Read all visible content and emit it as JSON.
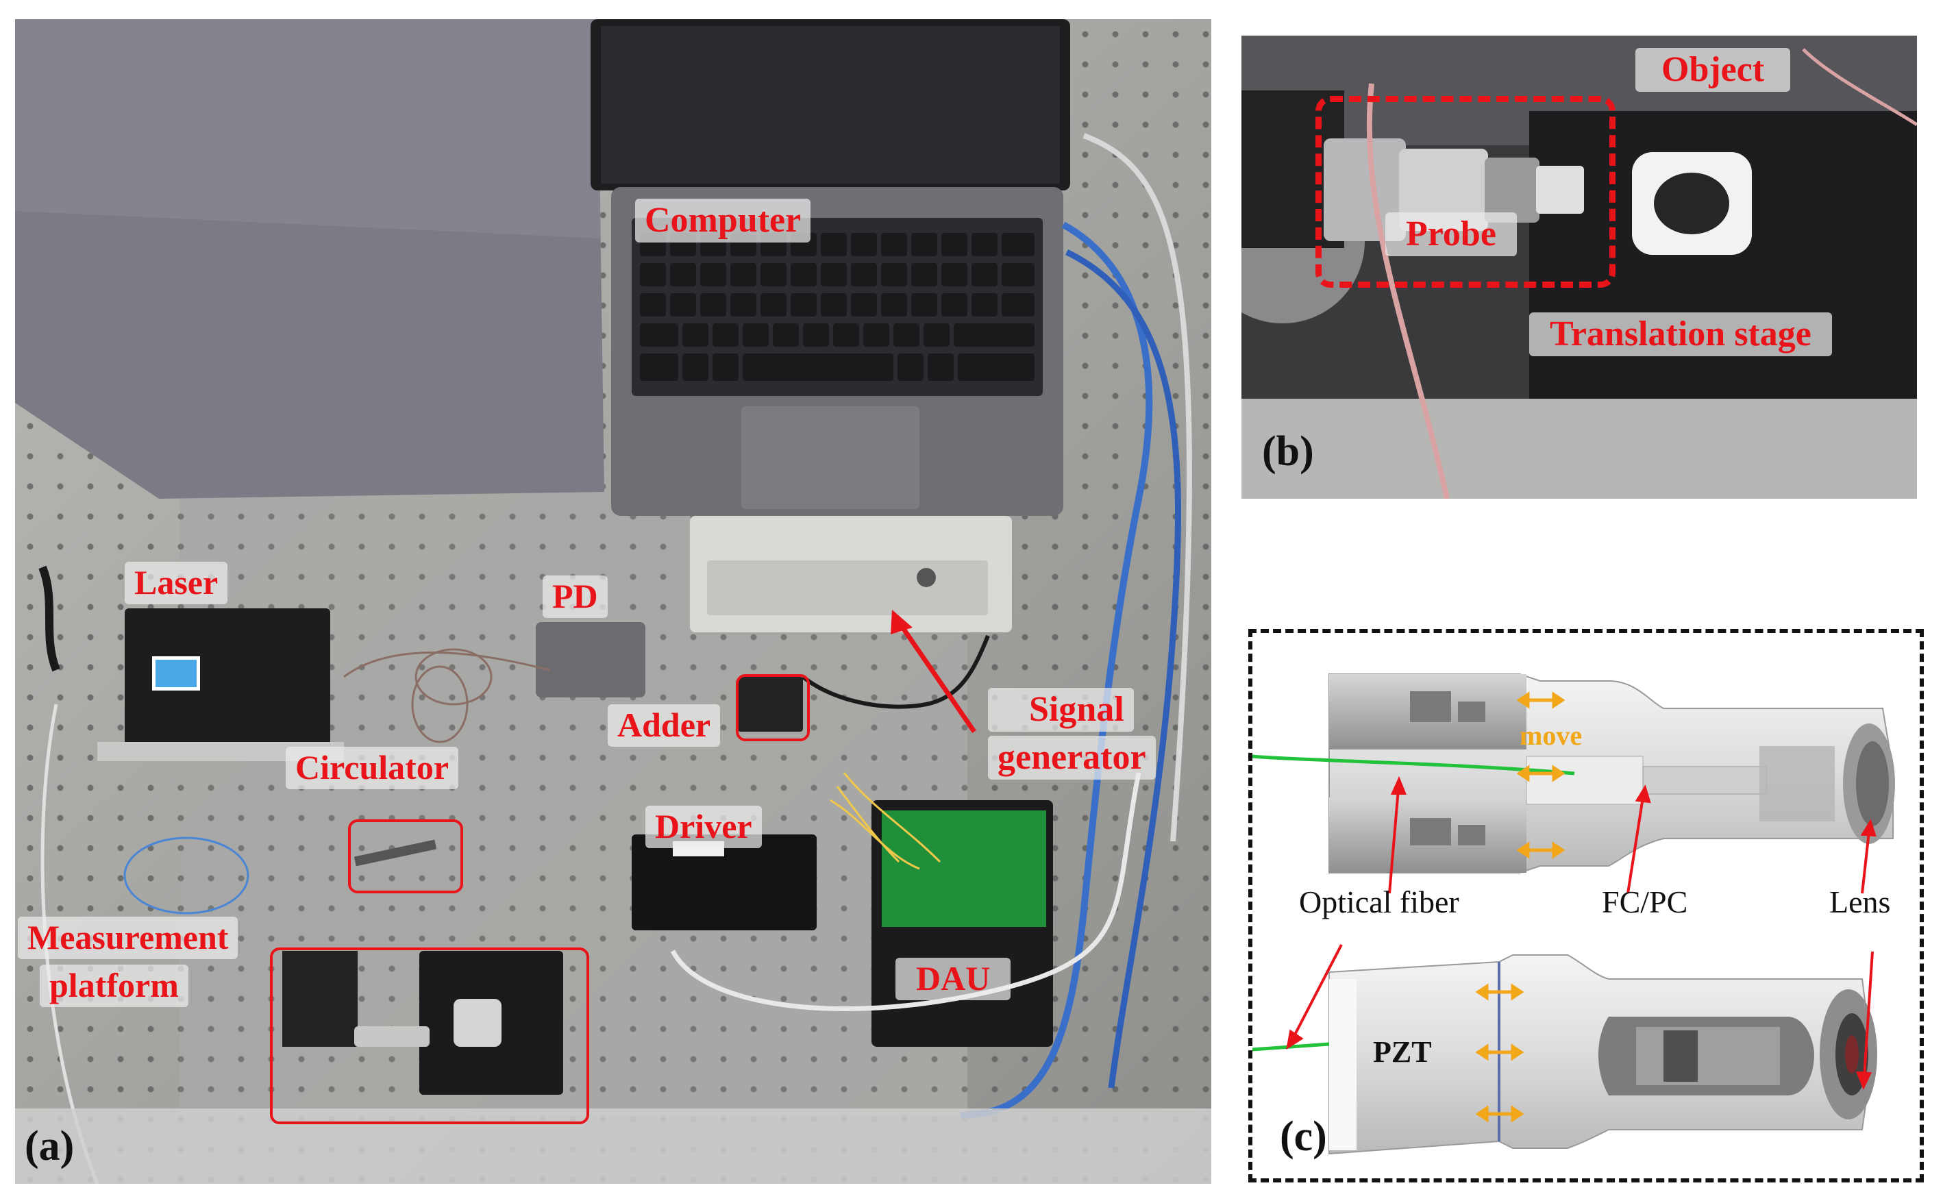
{
  "panel_a": {
    "tag": "(a)",
    "labels": {
      "computer": "Computer",
      "laser": "Laser",
      "pd": "PD",
      "adder": "Adder",
      "signal_generator_line1": "Signal",
      "signal_generator_line2": "generator",
      "circulator": "Circulator",
      "driver": "Driver",
      "measurement_line1": "Measurement",
      "measurement_line2": "platform",
      "dau": "DAU"
    }
  },
  "panel_b": {
    "tag": "(b)",
    "labels": {
      "object": "Object",
      "probe": "Probe",
      "translation_stage": "Translation stage"
    }
  },
  "panel_c": {
    "tag": "(c)",
    "labels": {
      "move": "move",
      "optical_fiber": "Optical fiber",
      "fc_pc": "FC/PC",
      "lens": "Lens",
      "pzt": "PZT"
    }
  },
  "colors": {
    "annotation_red": "#e8141a",
    "arrow_orange": "#f2a71b",
    "fiber_green": "#22c23a"
  }
}
